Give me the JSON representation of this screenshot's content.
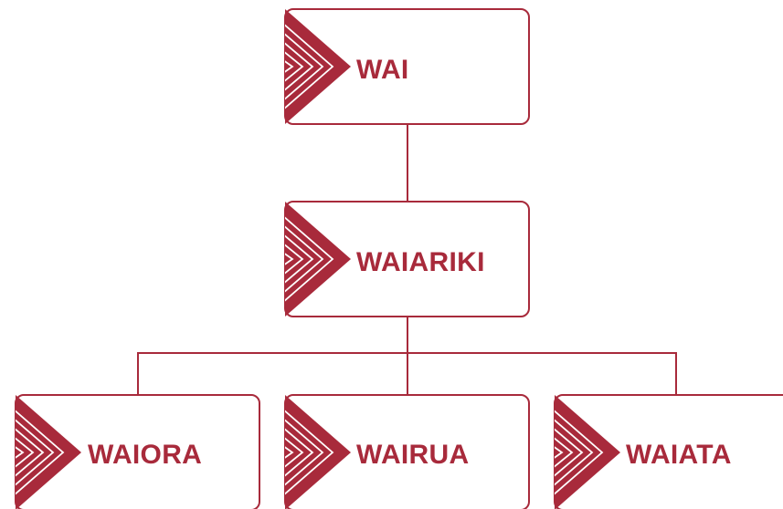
{
  "diagram": {
    "type": "hierarchy",
    "colors": {
      "accent": "#a82a3b",
      "background": "#ffffff"
    },
    "icon": "chevron-pattern-icon",
    "nodes": [
      {
        "id": "wai",
        "label": "WAI",
        "parent": null
      },
      {
        "id": "waiariki",
        "label": "WAIARIKI",
        "parent": "wai"
      },
      {
        "id": "waiora",
        "label": "WAIORA",
        "parent": "waiariki"
      },
      {
        "id": "wairua",
        "label": "WAIRUA",
        "parent": "waiariki"
      },
      {
        "id": "waiata",
        "label": "WAIATA",
        "parent": "waiariki"
      }
    ]
  }
}
